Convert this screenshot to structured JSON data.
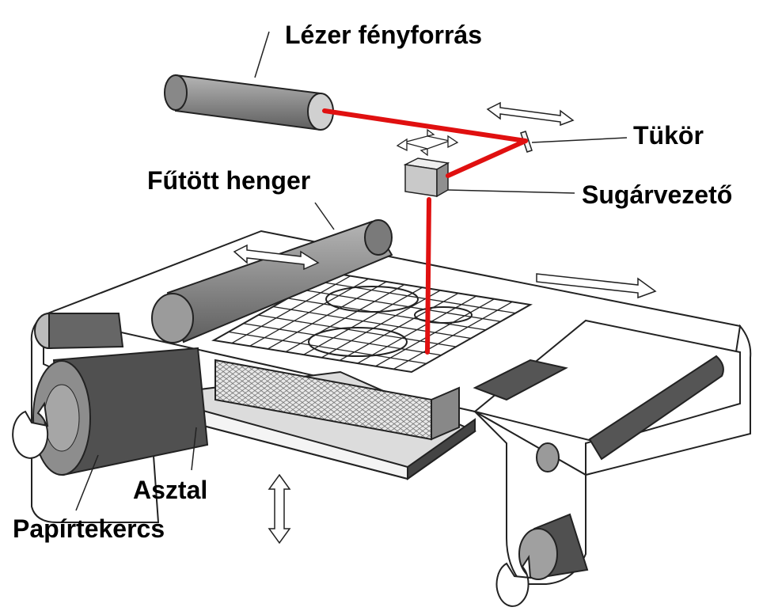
{
  "labels": {
    "laser_source": "Lézer fényforrás",
    "mirror": "Tükör",
    "heated_roller": "Fűtött henger",
    "beam_guide": "Sugárvezető",
    "table": "Asztal",
    "paper_roll": "Papírtekercs"
  },
  "colors": {
    "laser_beam": "#e01010",
    "roller_grey": "#8a8a8a",
    "dark_grey": "#555555",
    "outline": "#222222"
  },
  "icons": [
    "laser-tube-icon",
    "mirror-icon",
    "beam-guide-icon",
    "heated-roller-icon",
    "paper-roll-icon",
    "table-icon",
    "rotation-arrow-icon",
    "double-arrow-icon"
  ]
}
